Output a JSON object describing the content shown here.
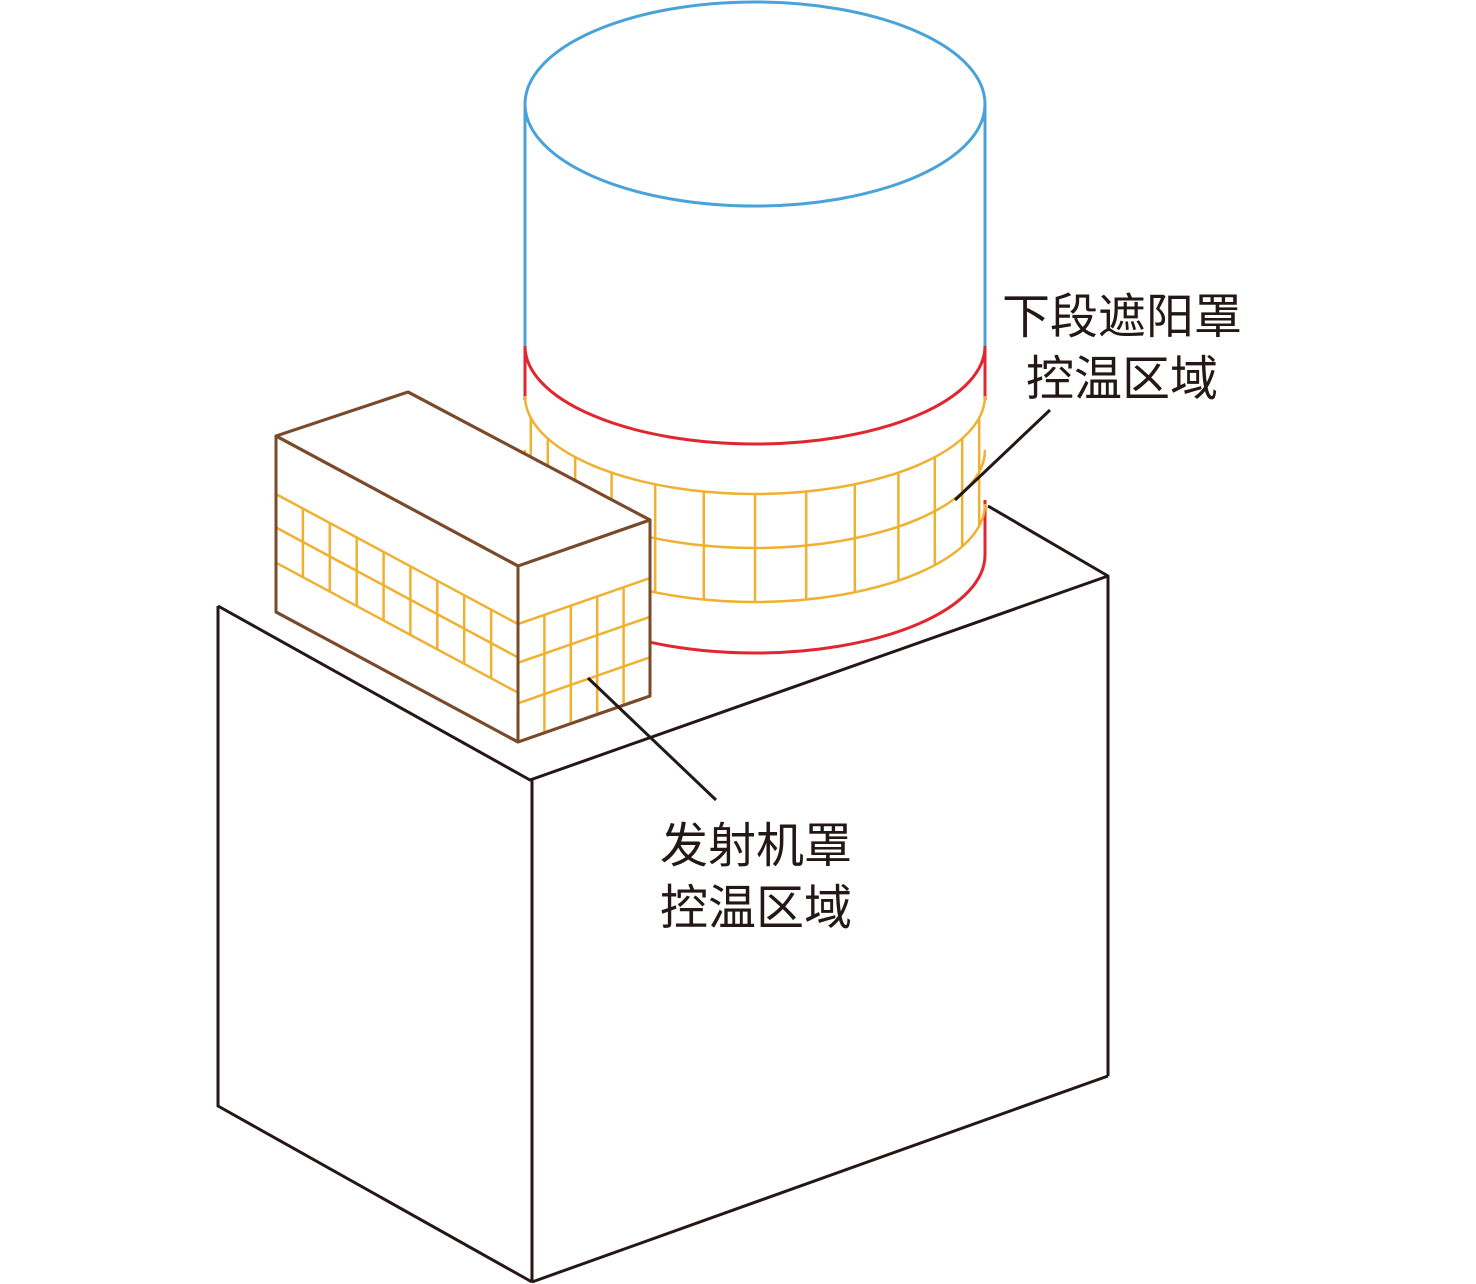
{
  "labels": {
    "shade_line1": "下段遮阳罩",
    "shade_line2": "控温区域",
    "transmitter_line1": "发射机罩",
    "transmitter_line2": "控温区域"
  },
  "colors": {
    "outline_black": "#231815",
    "cylinder_blue": "#4aa3d8",
    "shade_red": "#e0262f",
    "grid_yellow": "#f0b030",
    "housing_brown": "#7a4a2a",
    "background": "#ffffff"
  }
}
